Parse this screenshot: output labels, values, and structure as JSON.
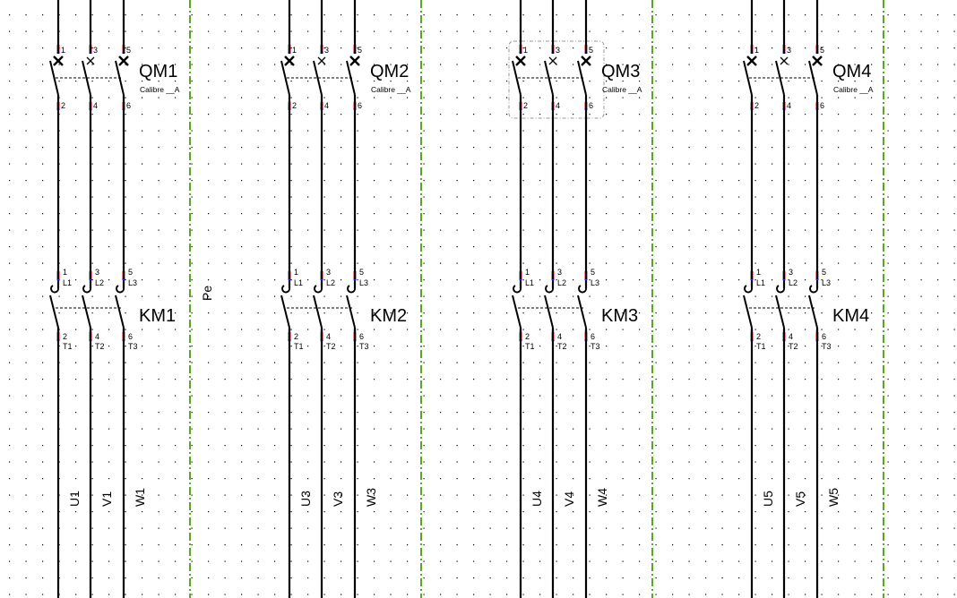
{
  "colors": {
    "separator": "#5aa81e",
    "terminal": "#ff2020",
    "terminal_end": "#2030ff",
    "wire": "#000000",
    "grid_dot": "#000000"
  },
  "pe_label": "Pe",
  "groups": [
    {
      "breaker": {
        "tag": "QM1",
        "rating": "Calibre __A",
        "top_terminals": [
          "1",
          "3",
          "5"
        ],
        "bottom_terminals": [
          "2",
          "4",
          "6"
        ]
      },
      "contactor": {
        "tag": "KM1",
        "top_terminals": [
          [
            "1",
            "L1"
          ],
          [
            "3",
            "L2"
          ],
          [
            "5",
            "L3"
          ]
        ],
        "bottom_terminals": [
          [
            "2",
            "T1"
          ],
          [
            "4",
            "T2"
          ],
          [
            "6",
            "T3"
          ]
        ]
      },
      "outputs": [
        "U1",
        "V1",
        "W1"
      ],
      "selected": false
    },
    {
      "breaker": {
        "tag": "QM2",
        "rating": "Calibre __A",
        "top_terminals": [
          "1",
          "3",
          "5"
        ],
        "bottom_terminals": [
          "2",
          "4",
          "6"
        ]
      },
      "contactor": {
        "tag": "KM2",
        "top_terminals": [
          [
            "1",
            "L1"
          ],
          [
            "3",
            "L2"
          ],
          [
            "5",
            "L3"
          ]
        ],
        "bottom_terminals": [
          [
            "2",
            "T1"
          ],
          [
            "4",
            "T2"
          ],
          [
            "6",
            "T3"
          ]
        ]
      },
      "outputs": [
        "U3",
        "V3",
        "W3"
      ],
      "selected": false
    },
    {
      "breaker": {
        "tag": "QM3",
        "rating": "Calibre __A",
        "top_terminals": [
          "1",
          "3",
          "5"
        ],
        "bottom_terminals": [
          "2",
          "4",
          "6"
        ]
      },
      "contactor": {
        "tag": "KM3",
        "top_terminals": [
          [
            "1",
            "L1"
          ],
          [
            "3",
            "L2"
          ],
          [
            "5",
            "L3"
          ]
        ],
        "bottom_terminals": [
          [
            "2",
            "T1"
          ],
          [
            "4",
            "T2"
          ],
          [
            "6",
            "T3"
          ]
        ]
      },
      "outputs": [
        "U4",
        "V4",
        "W4"
      ],
      "selected": true
    },
    {
      "breaker": {
        "tag": "QM4",
        "rating": "Calibre __A",
        "top_terminals": [
          "1",
          "3",
          "5"
        ],
        "bottom_terminals": [
          "2",
          "4",
          "6"
        ]
      },
      "contactor": {
        "tag": "KM4",
        "top_terminals": [
          [
            "1",
            "L1"
          ],
          [
            "3",
            "L2"
          ],
          [
            "5",
            "L3"
          ]
        ],
        "bottom_terminals": [
          [
            "2",
            "T1"
          ],
          [
            "4",
            "T2"
          ],
          [
            "6",
            "T3"
          ]
        ]
      },
      "outputs": [
        "U5",
        "V5",
        "W5"
      ],
      "selected": false
    }
  ]
}
